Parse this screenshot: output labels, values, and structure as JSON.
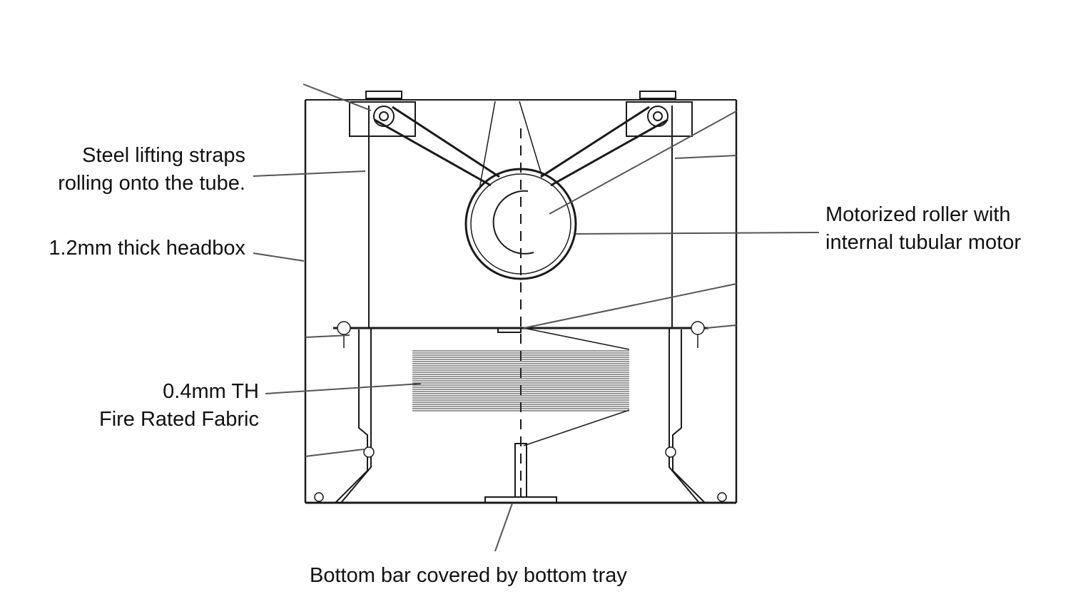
{
  "labels": {
    "straps": {
      "line1": "Steel lifting straps",
      "line2": "rolling onto the tube."
    },
    "headbox": {
      "line1": "1.2mm thick headbox"
    },
    "fabric": {
      "line1": "0.4mm TH",
      "line2": "Fire Rated Fabric"
    },
    "motor": {
      "line1": "Motorized roller with",
      "line2": "internal tubular motor"
    },
    "bottom_bar": {
      "line1": "Bottom bar covered by bottom tray"
    }
  },
  "colors": {
    "line": "#1a1a1a",
    "leader": "#555555",
    "fabric": "#333333",
    "text": "#111111"
  }
}
